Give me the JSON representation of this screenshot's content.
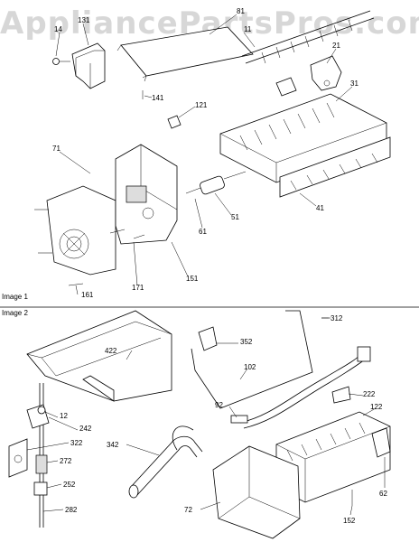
{
  "watermark": "AppliancePartsPros.com",
  "sections": [
    {
      "title": "Image 1"
    },
    {
      "title": "Image 2"
    }
  ],
  "callouts_image1": [
    "14",
    "131",
    "81",
    "11",
    "21",
    "31",
    "141",
    "121",
    "71",
    "51",
    "61",
    "41",
    "151",
    "171",
    "161"
  ],
  "callouts_image2": [
    "312",
    "352",
    "422",
    "102",
    "222",
    "92",
    "12",
    "242",
    "122",
    "322",
    "342",
    "272",
    "252",
    "62",
    "282",
    "72",
    "152"
  ],
  "colors": {
    "line": "#000000",
    "background": "#ffffff",
    "watermark": "#969696"
  }
}
